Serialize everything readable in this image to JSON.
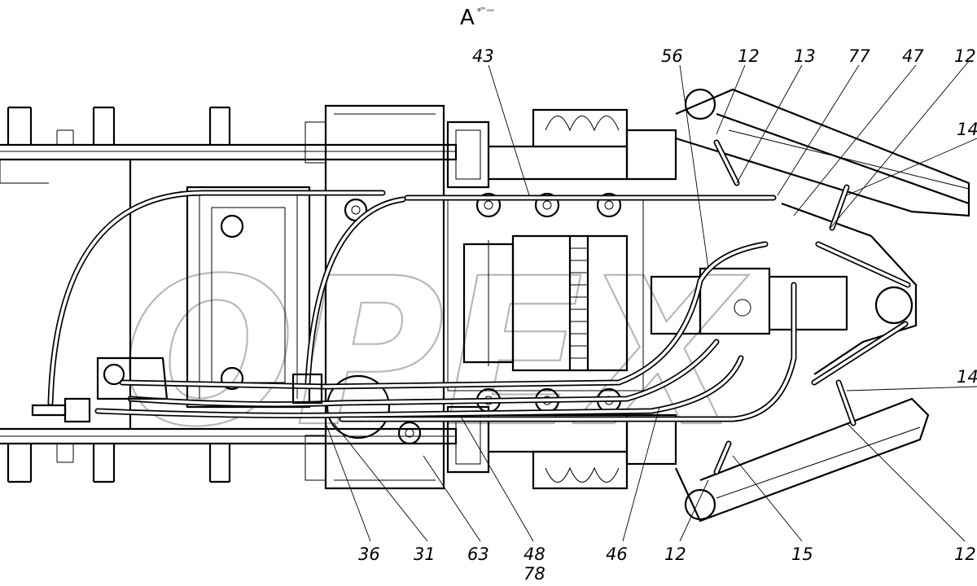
{
  "view_title": "А",
  "view_subtitle": "а⁸⁹ ₒₒₒ",
  "watermark": "OPEX",
  "callouts_top": [
    "43",
    "56",
    "12",
    "13",
    "77",
    "47",
    "12"
  ],
  "callouts_right": [
    "14",
    "14"
  ],
  "callouts_bottom": [
    "36",
    "31",
    "63",
    "48",
    "78",
    "46",
    "12",
    "15",
    "12"
  ]
}
